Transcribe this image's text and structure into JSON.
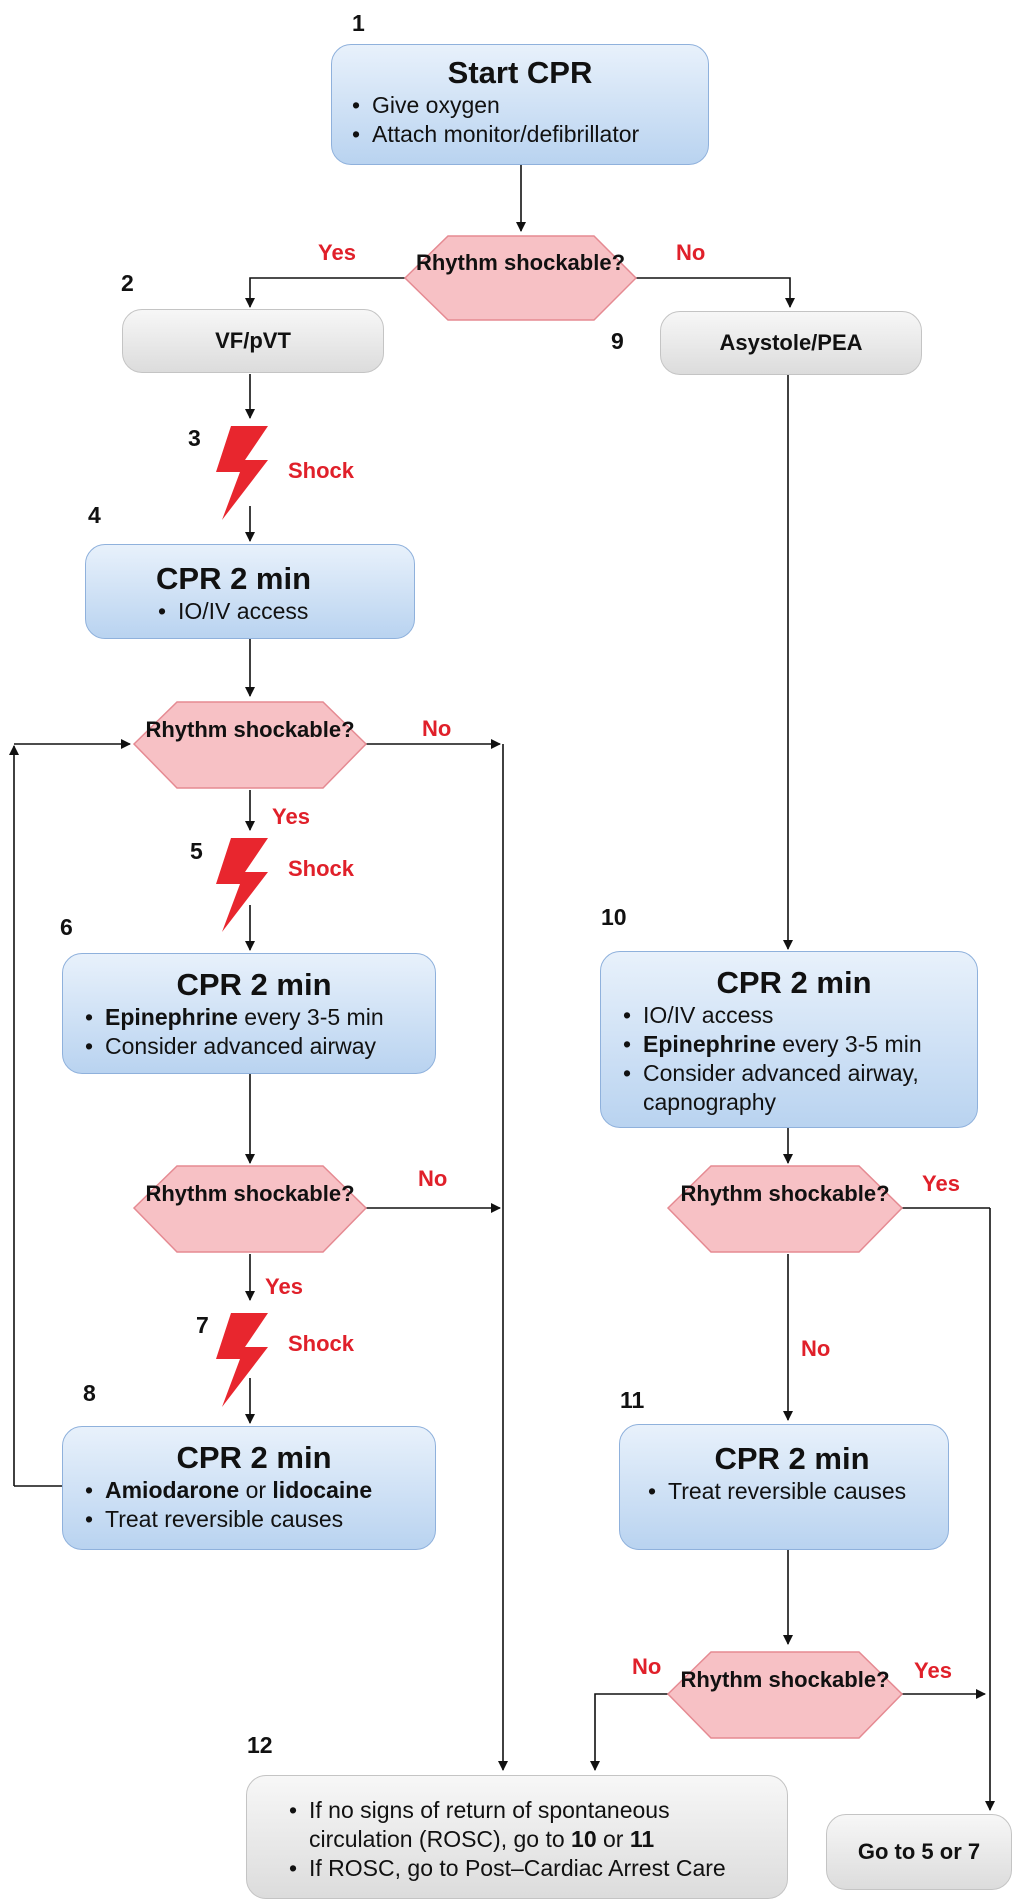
{
  "start": {
    "number": "1",
    "title": "Start CPR",
    "items": [
      "Give oxygen",
      "Attach monitor/defibrillator"
    ]
  },
  "rhythm_q": "Rhythm shockable?",
  "yes": "Yes",
  "no": "No",
  "shock": "Shock",
  "vf": {
    "number": "2",
    "label": "VF/pVT"
  },
  "asystole": {
    "number": "9",
    "label": "Asystole/PEA"
  },
  "bolt3": {
    "number": "3"
  },
  "bolt5": {
    "number": "5"
  },
  "bolt7": {
    "number": "7"
  },
  "cpr4": {
    "number": "4",
    "title": "CPR 2 min",
    "items": [
      "IO/IV access"
    ]
  },
  "cpr6": {
    "number": "6",
    "title": "CPR 2 min",
    "item1_bold": "Epinephrine",
    "item1_rest": " every 3-5 min",
    "item2": "Consider advanced airway"
  },
  "cpr8": {
    "number": "8",
    "title": "CPR 2 min",
    "item1_bold_a": "Amiodarone",
    "item1_mid": " or ",
    "item1_bold_b": "lidocaine",
    "item2": "Treat reversible causes"
  },
  "cpr10": {
    "number": "10",
    "title": "CPR 2 min",
    "item1": "IO/IV access",
    "item2_bold": "Epinephrine",
    "item2_rest": " every 3-5 min",
    "item3": "Consider advanced airway, capnography"
  },
  "cpr11": {
    "number": "11",
    "title": "CPR 2 min",
    "item1": "Treat reversible causes"
  },
  "final12": {
    "number": "12",
    "item1": "If no signs of return of spontaneous circulation (ROSC), go to ",
    "item1_b1": "10",
    "item1_or": " or ",
    "item1_b2": "11",
    "item2": "If ROSC, go to Post–Cardiac Arrest Care"
  },
  "goto": {
    "label": "Go to 5 or 7"
  },
  "colors": {
    "blue_box": "#b9d3f0",
    "gray_box": "#dcdcdc",
    "diamond": "#f6b8bd",
    "red_text": "#e0202a",
    "bolt": "#e8262e"
  }
}
